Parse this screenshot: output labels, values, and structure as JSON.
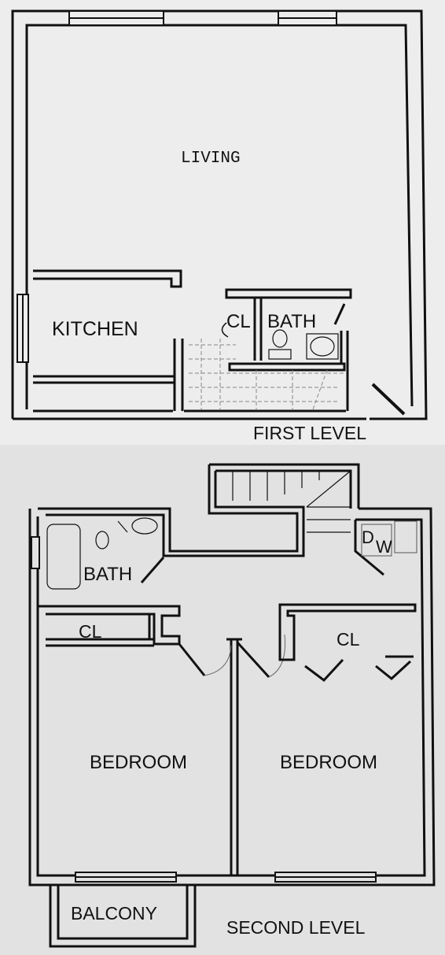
{
  "first_level": {
    "heading": "FIRST LEVEL",
    "rooms": {
      "living": "LIVING",
      "kitchen": "KITCHEN",
      "closet": "CL",
      "bath": "BATH"
    }
  },
  "second_level": {
    "heading": "SECOND LEVEL",
    "rooms": {
      "bath": "BATH",
      "closet_left": "CL",
      "closet_right": "CL",
      "bedroom_left": "BEDROOM",
      "bedroom_right": "BEDROOM",
      "balcony": "BALCONY",
      "dryer": "D",
      "washer": "W"
    }
  }
}
